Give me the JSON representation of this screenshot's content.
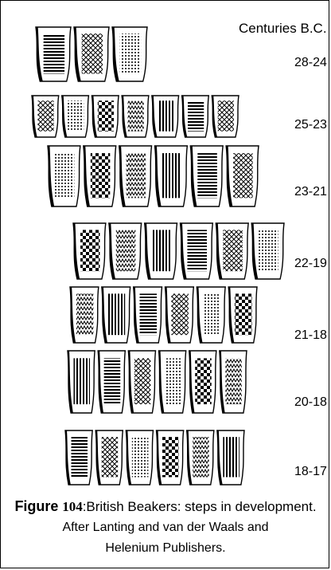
{
  "heading": "Centuries B.C.",
  "periods": [
    "28-24",
    "25-23",
    "23-21",
    "22-19",
    "21-18",
    "20-18",
    "18-17"
  ],
  "caption": {
    "figure_word": "Figure",
    "figure_number": "104",
    "text": ":British Beakers: steps in development.",
    "line2": "After Lanting and van der Waals  and",
    "line3": "Helenium  Publishers."
  },
  "beaker_rows": [
    {
      "period": "28-24",
      "count": 3
    },
    {
      "period": "25-23",
      "count": 7
    },
    {
      "period": "23-21",
      "count": 6
    },
    {
      "period": "22-19",
      "count": 6
    },
    {
      "period": "21-18",
      "count": 6
    },
    {
      "period": "20-18",
      "count": 6
    },
    {
      "period": "18-17",
      "count": 6
    }
  ],
  "colors": {
    "ink": "#000000",
    "paper": "#ffffff"
  }
}
